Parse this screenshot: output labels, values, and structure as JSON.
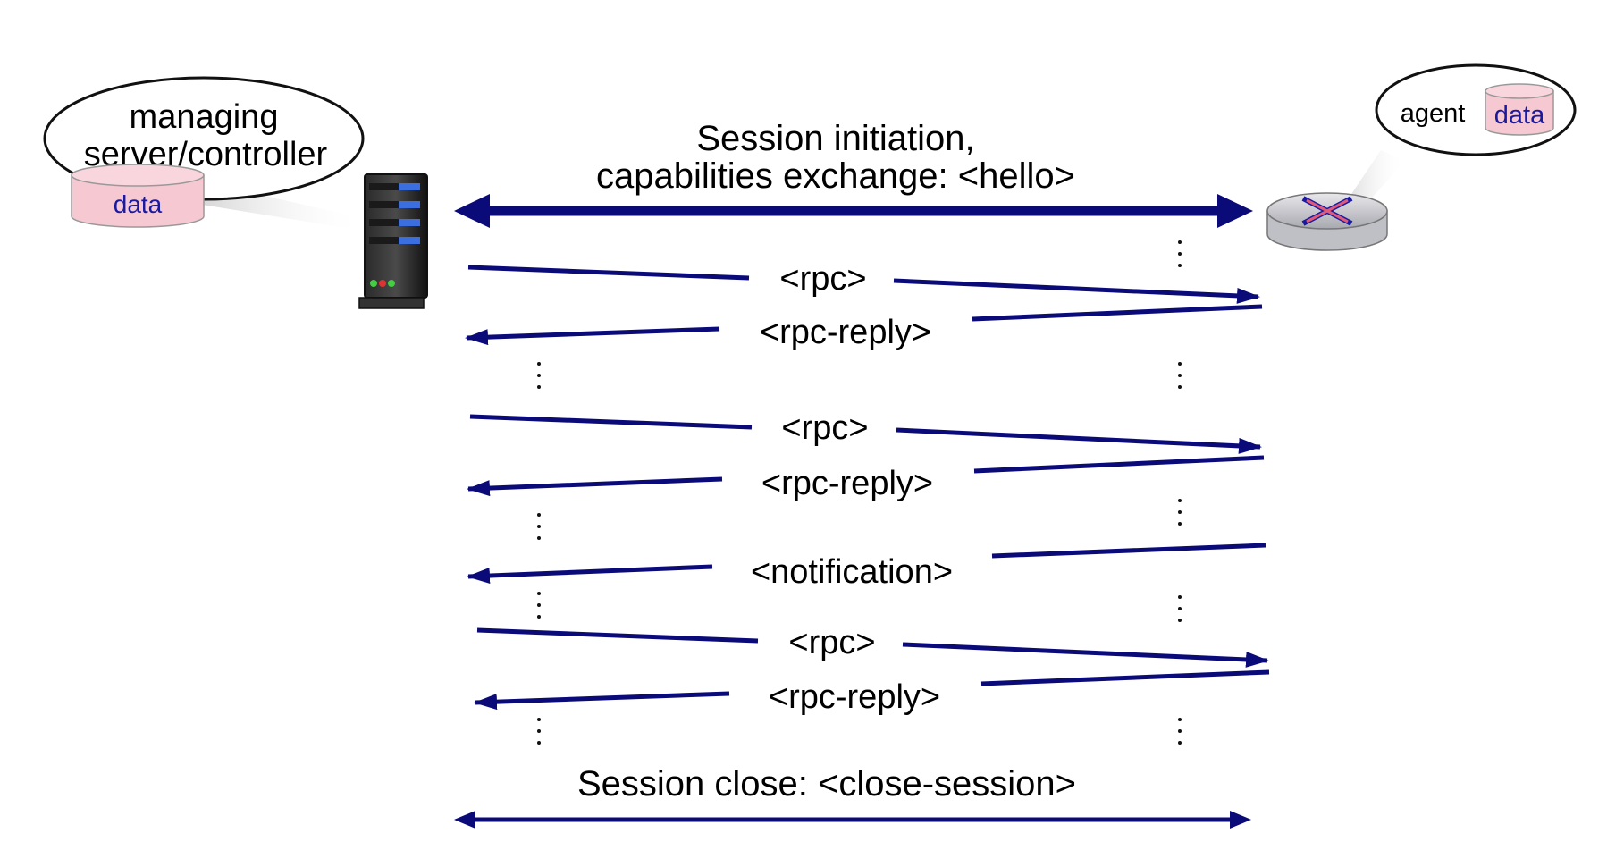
{
  "manager": {
    "bubble_line1": "managing",
    "bubble_line2": "server/controller",
    "data_label": "data"
  },
  "agent": {
    "label": "agent",
    "data_label": "data"
  },
  "messages": {
    "hello_line1": "Session initiation,",
    "hello_line2": "capabilities exchange: <hello>",
    "rpc_1": "<rpc>",
    "reply_1": "<rpc-reply>",
    "rpc_2": "<rpc>",
    "reply_2": "<rpc-reply>",
    "notification": "<notification>",
    "rpc_3": "<rpc>",
    "reply_3": "<rpc-reply>",
    "close": "Session close:  <close-session>"
  },
  "colors": {
    "arrow": "#0a0a78",
    "data_fill": "#f6c8d2",
    "data_text": "#1a1aa0",
    "router_x": "#e05a7a"
  }
}
